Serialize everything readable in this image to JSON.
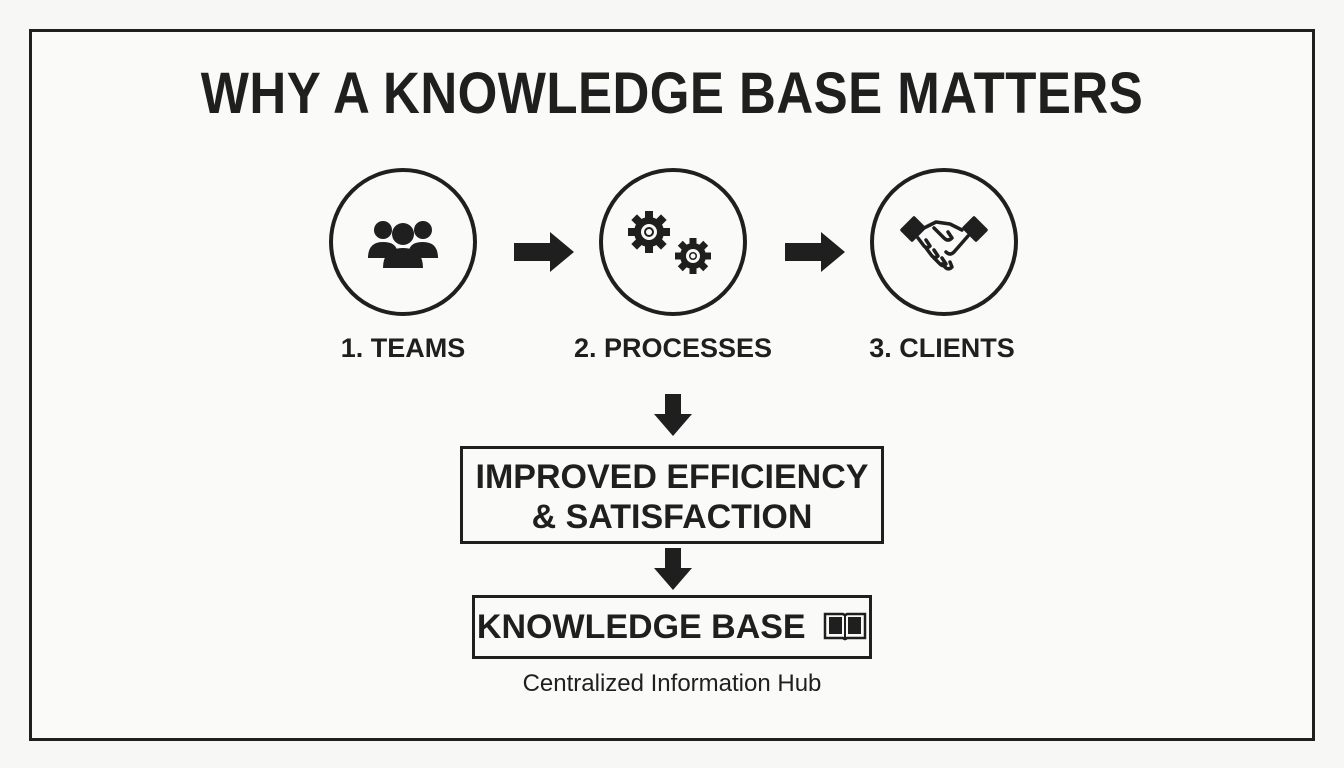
{
  "title": "WHY A KNOWLEDGE BASE MATTERS",
  "steps": [
    {
      "label": "1. TEAMS",
      "icon": "people-group-icon"
    },
    {
      "label": "2. PROCESSES",
      "icon": "gears-icon"
    },
    {
      "label": "3. CLIENTS",
      "icon": "handshake-icon"
    }
  ],
  "result": {
    "line1": "IMPROVED EFFICIENCY",
    "line2": "& SATISFACTION"
  },
  "knowledge_base": {
    "label": "KNOWLEDGE BASE",
    "icon": "open-book-icon"
  },
  "caption": "Centralized Information Hub",
  "colors": {
    "ink": "#1f1f1f",
    "background": "#fafaf8"
  }
}
